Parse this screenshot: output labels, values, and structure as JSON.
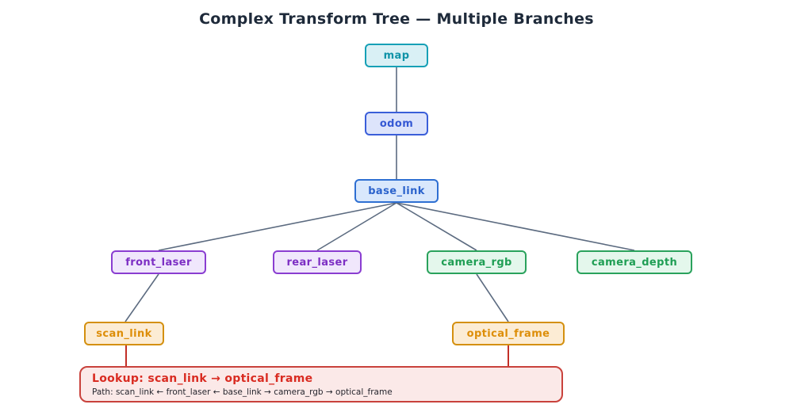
{
  "title": "Complex Transform Tree — Multiple Branches",
  "nodes": {
    "map": {
      "label": "map",
      "color": "#16a0b6"
    },
    "odom": {
      "label": "odom",
      "color": "#3a5ed9"
    },
    "base_link": {
      "label": "base_link",
      "color": "#2e6fd2"
    },
    "front_laser": {
      "label": "front_laser",
      "color": "#8a3dd1"
    },
    "rear_laser": {
      "label": "rear_laser",
      "color": "#8a3dd1"
    },
    "camera_rgb": {
      "label": "camera_rgb",
      "color": "#2aa25c"
    },
    "camera_depth": {
      "label": "camera_depth",
      "color": "#2aa25c"
    },
    "scan_link": {
      "label": "scan_link",
      "color": "#d4900f"
    },
    "optical_frame": {
      "label": "optical_frame",
      "color": "#d4900f"
    }
  },
  "edges": [
    {
      "from": "map",
      "to": "odom"
    },
    {
      "from": "odom",
      "to": "base_link"
    },
    {
      "from": "base_link",
      "to": "front_laser"
    },
    {
      "from": "base_link",
      "to": "rear_laser"
    },
    {
      "from": "base_link",
      "to": "camera_rgb"
    },
    {
      "from": "base_link",
      "to": "camera_depth"
    },
    {
      "from": "front_laser",
      "to": "scan_link"
    },
    {
      "from": "camera_rgb",
      "to": "optical_frame"
    }
  ],
  "lookup": {
    "title": "Lookup: scan_link → optical_frame",
    "path": "Path: scan_link ← front_laser ← base_link → camera_rgb → optical_frame",
    "endpoints": [
      "scan_link",
      "optical_frame"
    ]
  },
  "colors": {
    "edge_line": "#5c6b80",
    "lookup_connector": "#c22f27",
    "lookup_border": "#c9423c",
    "lookup_background": "#fbe9e8",
    "title_text": "#1e2a3a"
  }
}
